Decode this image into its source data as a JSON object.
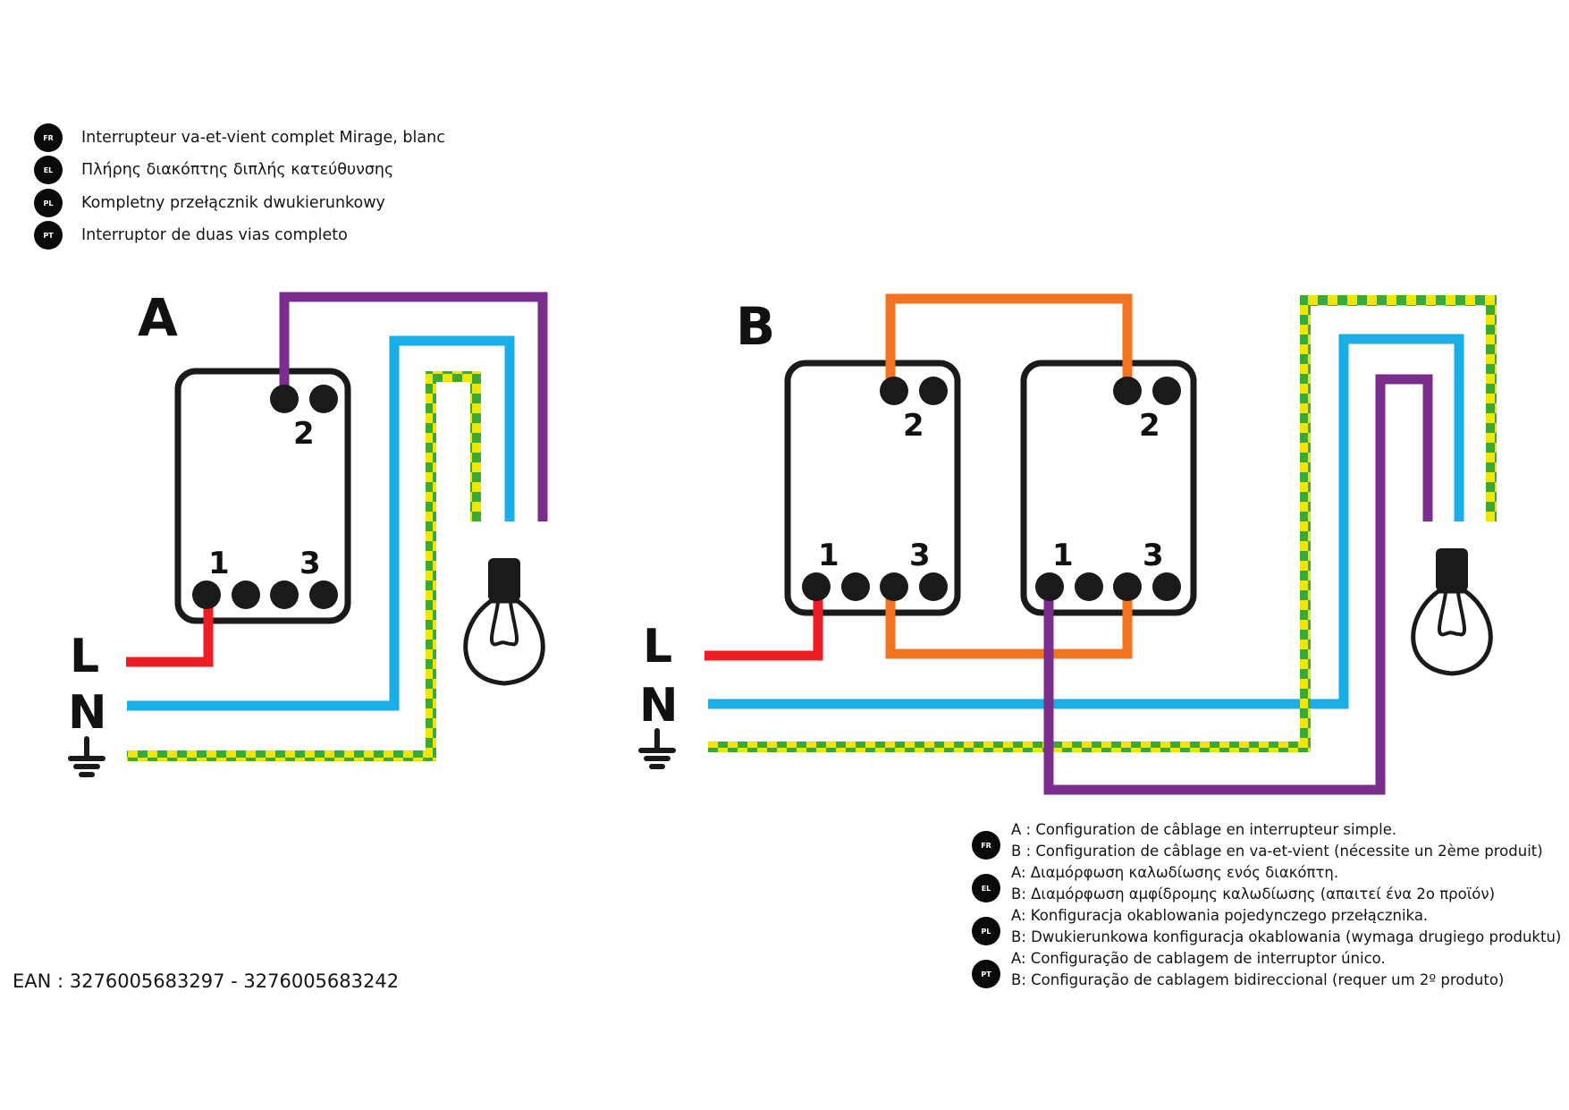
{
  "product_names": [
    {
      "lang": "FR",
      "text": "Interrupteur va-et-vient complet Mirage, blanc"
    },
    {
      "lang": "EL",
      "text": "Πλήρης διακόπτης διπλής κατεύθυνσης"
    },
    {
      "lang": "PL",
      "text": "Kompletny przełącznik dwukierunkowy"
    },
    {
      "lang": "PT",
      "text": "Interruptor de duas vias completo"
    }
  ],
  "diagram_a": {
    "label": "A",
    "terminals": {
      "t2": "2",
      "t1": "1",
      "t3": "3"
    },
    "lines": {
      "live": "L",
      "neutral": "N"
    }
  },
  "diagram_b": {
    "label": "B",
    "switch1": {
      "t2": "2",
      "t1": "1",
      "t3": "3"
    },
    "switch2": {
      "t2": "2",
      "t1": "1",
      "t3": "3"
    },
    "lines": {
      "live": "L",
      "neutral": "N"
    }
  },
  "ean": "EAN : 3276005683297 - 3276005683242",
  "notes": [
    {
      "lang": "FR",
      "line_a": "A : Configuration de câblage en interrupteur simple.",
      "line_b": "B : Configuration de câblage en va-et-vient (nécessite un 2ème produit)"
    },
    {
      "lang": "EL",
      "line_a": "A: Διαμόρφωση καλωδίωσης ενός διακόπτη.",
      "line_b": "B: Διαμόρφωση αμφίδρομης καλωδίωσης (απαιτεί ένα 2ο προϊόν)"
    },
    {
      "lang": "PL",
      "line_a": "A: Konfiguracja okablowania pojedynczego przełącznika.",
      "line_b": "B: Dwukierunkowa konfiguracja okablowania (wymaga drugiego produktu)"
    },
    {
      "lang": "PT",
      "line_a": "A: Configuração de cablagem de interruptor único.",
      "line_b": "B: Configuração de cablagem bidireccional (requer um 2º produto)"
    }
  ],
  "colors": {
    "live": "#ee1c25",
    "neutral": "#1aaee8",
    "earth_green": "#3aaa35",
    "earth_yellow": "#f2e500",
    "switch_wire": "#7b2d8e",
    "traveller": "#f47320",
    "outline": "#1a1a1a"
  }
}
